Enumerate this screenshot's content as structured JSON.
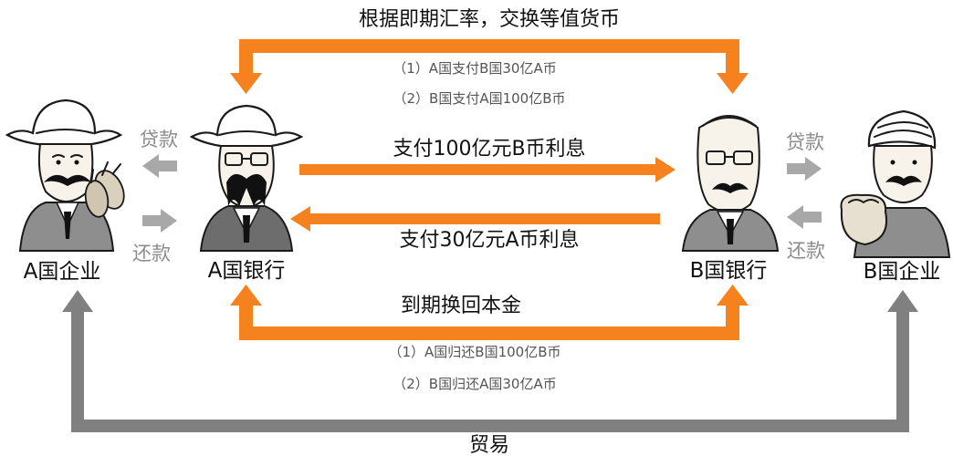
{
  "top_title": "根据即期汇率，交换等值货币",
  "initial_exchange": {
    "line1": "（1）A国支付B国30亿A币",
    "line2": "（2）B国支付A国100亿B币"
  },
  "interest_b": "支付100亿元B币利息",
  "interest_a": "支付30亿元A币利息",
  "maturity": {
    "title": "到期换回本金",
    "line1": "（1）A国归还B国100亿B币",
    "line2": "（2）B国归还A国30亿A币"
  },
  "parties": {
    "a_company": "A国企业",
    "a_bank": "A国银行",
    "b_bank": "B国银行",
    "b_company": "B国企业"
  },
  "side_labels": {
    "a_loan": "贷款",
    "a_repay": "还款",
    "b_loan": "贷款",
    "b_repay": "还款"
  },
  "trade": "贸易",
  "colors": {
    "orange": "#F5821F",
    "gray_arrow": "#808080",
    "light_gray_arrow": "#a8a8a8"
  }
}
